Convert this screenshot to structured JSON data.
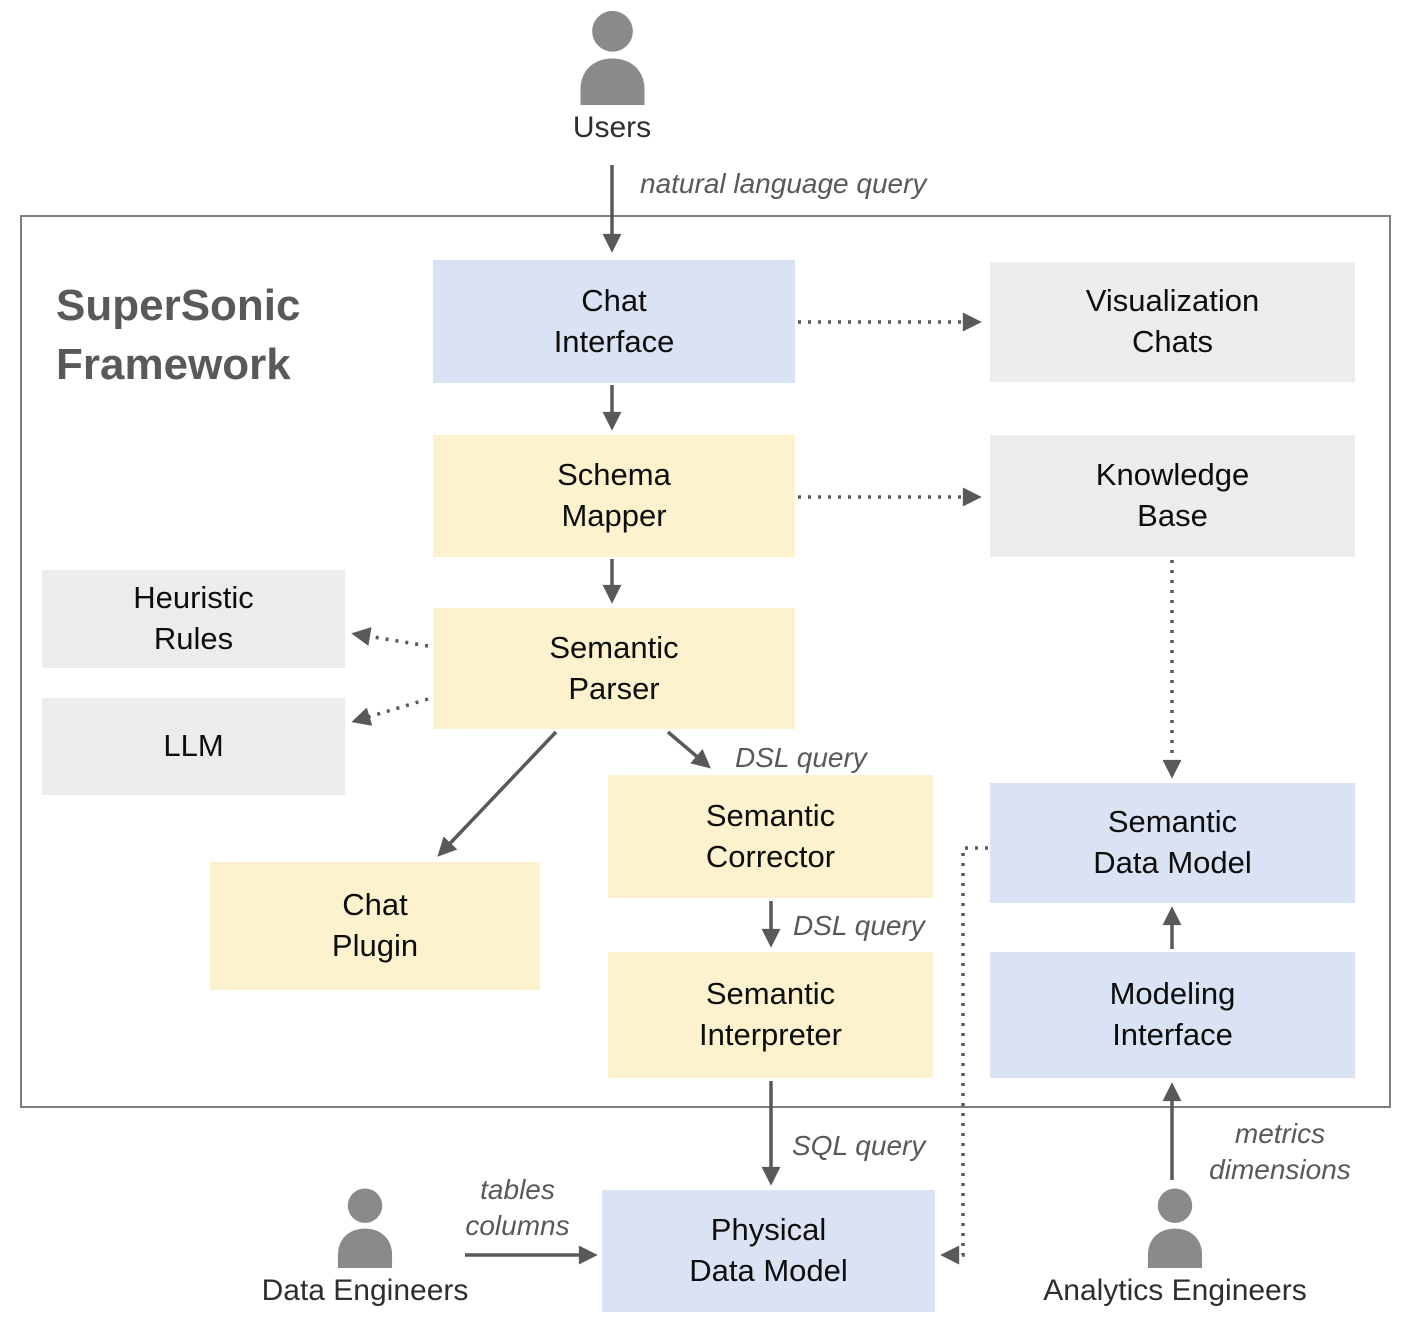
{
  "title": "SuperSonic\nFramework",
  "actors": {
    "users": "Users",
    "data_engineers": "Data Engineers",
    "analytics_engineers": "Analytics Engineers"
  },
  "nodes": {
    "chat_interface": "Chat\nInterface",
    "visualization_chats": "Visualization\nChats",
    "schema_mapper": "Schema\nMapper",
    "knowledge_base": "Knowledge\nBase",
    "heuristic_rules": "Heuristic\nRules",
    "llm": "LLM",
    "semantic_parser": "Semantic\nParser",
    "chat_plugin": "Chat\nPlugin",
    "semantic_corrector": "Semantic\nCorrector",
    "semantic_interpreter": "Semantic\nInterpreter",
    "semantic_data_model": "Semantic\nData Model",
    "modeling_interface": "Modeling\nInterface",
    "physical_data_model": "Physical\nData Model"
  },
  "edge_labels": {
    "natural_language_query": "natural language query",
    "dsl_query_parser_to_corrector": "DSL query",
    "dsl_query_corrector_to_interpreter": "DSL query",
    "sql_query": "SQL query",
    "tables_columns": "tables\ncolumns",
    "metrics_dimensions": "metrics\ndimensions"
  },
  "colors": {
    "blue_node": "#dae3f3",
    "yellow_node": "#fcf2cd",
    "gray_node": "#ececec",
    "arrow": "#595959",
    "edge_label_text": "#595959",
    "title_text": "#595959",
    "actor_icon": "#8a8a8a",
    "frame_border": "#7f7f7f",
    "node_text": "#0d0d0d"
  }
}
